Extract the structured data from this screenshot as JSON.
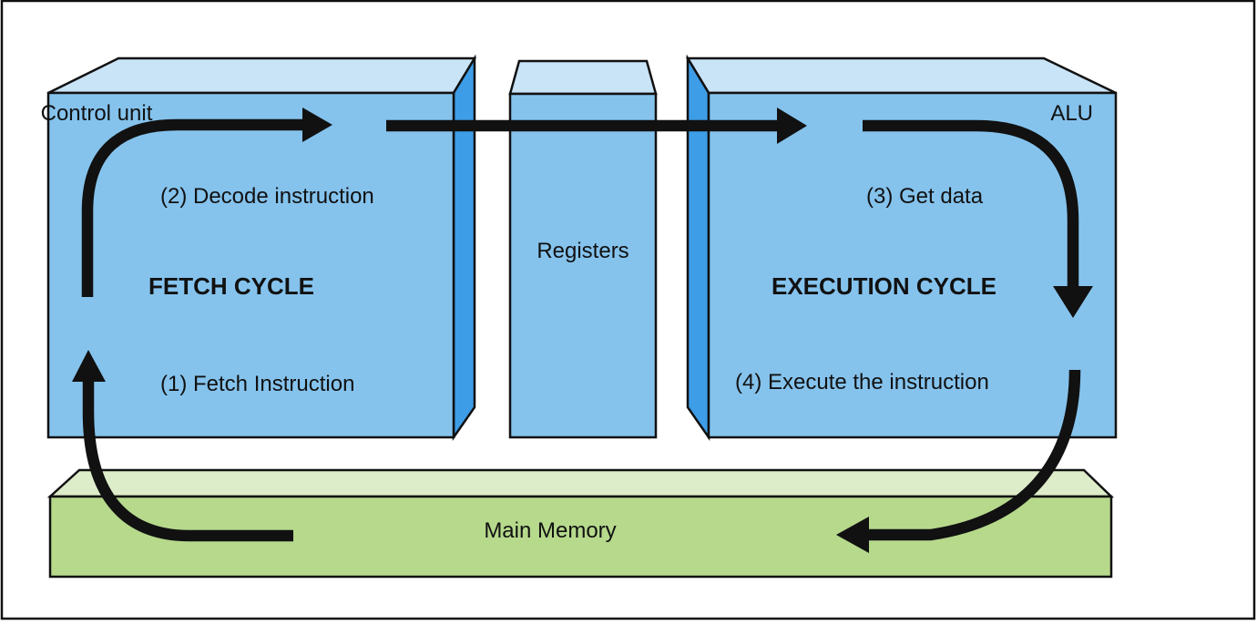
{
  "colors": {
    "box_front_blue": "#85C3ED",
    "box_top_blue": "#C9E3F7",
    "box_side_blue": "#3E9DE7",
    "memory_front_green": "#B6D98C",
    "memory_top_green": "#DEEDC9",
    "outline": "#111111",
    "arrow": "#111111",
    "background": "#FFFFFF"
  },
  "fetch_box": {
    "corner_label": "Control unit",
    "step2": "(2) Decode instruction",
    "title": "FETCH CYCLE",
    "step1": "(1) Fetch Instruction"
  },
  "registers_box": {
    "label": "Registers"
  },
  "execution_box": {
    "corner_label": "ALU",
    "step3": "(3) Get data",
    "title": "EXECUTION CYCLE",
    "step4": "(4) Execute the instruction"
  },
  "memory_box": {
    "label": "Main Memory"
  }
}
